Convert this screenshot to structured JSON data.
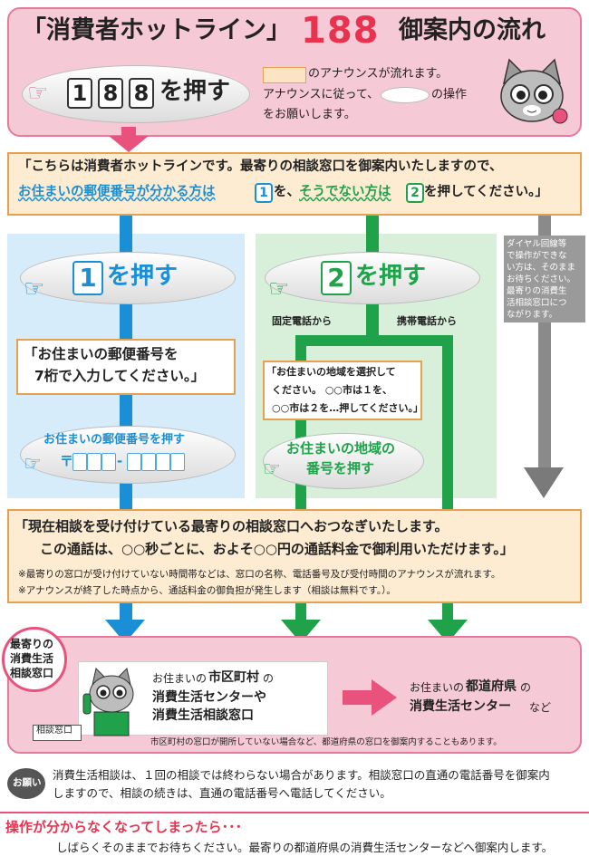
{
  "header": {
    "title_part1": "「消費者ホットライン」",
    "title_number": "188",
    "title_part2": "御案内の流れ",
    "press_key_1": "1",
    "press_key_2": "8",
    "press_key_3": "8",
    "press_suffix": "を押す",
    "note_line1": "のアナウンスが流れます。",
    "note_line2a": "アナウンスに従って、",
    "note_line2b": "の操作",
    "note_line3": "をお願いします。"
  },
  "intro": {
    "line1": "「こちらは消費者ホットラインです。最寄りの相談窓口を御案内いたしますので、",
    "line2_part1": "お住まいの郵便番号が分かる方は",
    "line2_key1": "1",
    "line2_part2": "を、",
    "line2_part3": "そうでない方は",
    "line2_key2": "2",
    "line2_part4": "を押してください。」"
  },
  "side_note": [
    "ダイヤル回線等",
    "で操作ができな",
    "い方は、そのまま",
    "お待ちください。",
    "最寄りの消費生",
    "活相談窓口につ",
    "ながります。"
  ],
  "option1": {
    "key": "1",
    "press": "を押す",
    "message_line1": "「お住まいの郵便番号を",
    "message_line2": "7桁で入力してください。」",
    "postal_label": "お住まいの郵便番号を押す",
    "postal_prefix": "〒",
    "postal_dash": "-"
  },
  "option2": {
    "key": "2",
    "press": "を押す",
    "from_landline": "固定電話から",
    "from_mobile": "携帯電話から",
    "message_line1": "「お住まいの地域を選択して",
    "message_line2": "ください。 ○○市は１を、",
    "message_line3": "○○市は２を…押してください。」",
    "region_label_line1": "お住まいの地域の",
    "region_label_line2": "番号を押す"
  },
  "connect": {
    "line1": "「現在相談を受け付けている最寄りの相談窓口へおつなぎいたします。",
    "line2": "この通話は、○○秒ごとに、およそ○○円の通話料金で御利用いただけます。」",
    "note1": "※最寄りの窓口が受け付けていない時間帯などは、窓口の名称、電話番号及び受付時間のアナウンスが流れます。",
    "note2": "※アナウンスが終了した時点から、通話料金の御負担が発生します（相談は無料です。）。"
  },
  "bottom": {
    "badge_line1": "最寄りの",
    "badge_line2": "消費生活",
    "badge_line3": "相談窓口",
    "desk_sign": "相談窓口",
    "local_line1a": "お住まいの",
    "local_line1b": "市区町村",
    "local_line1c": "の",
    "local_line2": "消費生活センターや",
    "local_line3": "消費生活相談窓口",
    "pref_line1a": "お住まいの",
    "pref_line1b": "都道府県",
    "pref_line1c": "の",
    "pref_line2a": "消費生活センター",
    "pref_line2b": "など",
    "footnote": "市区町村の窓口が開所していない場合など、都道府県の窓口を御案内することもあります。"
  },
  "request": {
    "badge": "お願い",
    "line1": "消費生活相談は、１回の相談では終わらない場合があります。相談窓口の直通の電話番号を御案内",
    "line2": "しますので、相談の続きは、直通の電話番号へ電話してください。"
  },
  "trouble": {
    "heading": "操作が分からなくなってしまったら･･･",
    "text": "しばらくそのままでお待ちください。最寄りの都道府県の消費生活センターなどへ御案内します。"
  },
  "colors": {
    "pink": "#e8527c",
    "pink_bg": "#f6c9d7",
    "blue": "#1a8fd6",
    "blue_bg": "#d6ecfa",
    "green": "#1fa24a",
    "green_bg": "#d8efd9",
    "orange_border": "#e7a04f",
    "gray": "#7a7a7a"
  },
  "icons": [
    "pointing-hand-icon",
    "cat-mascot-icon",
    "down-arrow-icon",
    "right-arrow-icon",
    "telephone-icon"
  ]
}
